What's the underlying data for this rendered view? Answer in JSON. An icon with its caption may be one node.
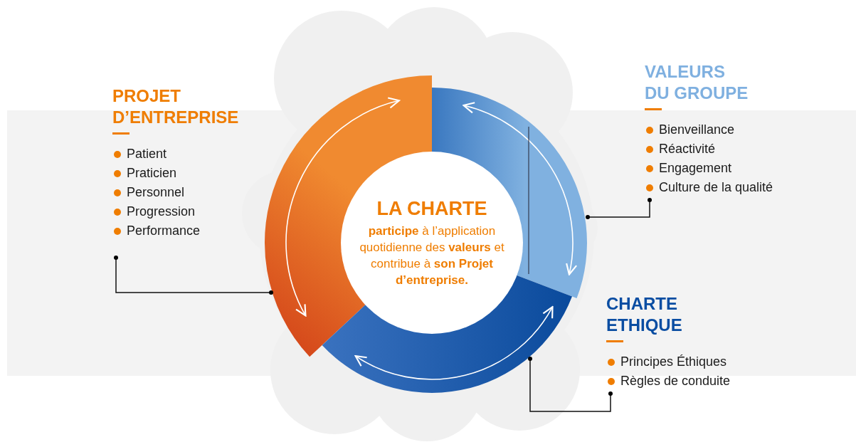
{
  "diagram": {
    "nodes": [
      {
        "text": [
          "PROJET D’ENTREPRISE",
          "Patient",
          "Praticien",
          "Personnel",
          "Progression",
          "Performance"
        ]
      },
      {
        "text": [],
        "shape": "arc"
      },
      {
        "text": [],
        "shape": "arc"
      },
      {
        "text": [
          "VALEURS DU GROUPE",
          "Bienveillance",
          "Réactivité",
          "Engagement",
          "Culture de la qualité"
        ]
      },
      {
        "text": [
          "LA CHARTE",
          "**participe** à l’application quotidienne des **valeurs** et contribue à **son Projet d’entreprise.**"
        ]
      },
      {
        "text": [
          "CHARTE ETHIQUE",
          "Principes Éthiques",
          "Règles de conduite"
        ]
      },
      {
        "text": [],
        "shape": "arc"
      }
    ],
    "edges": [
      {
        "from": 0,
        "to": 1,
        "arrow": "other"
      },
      {
        "from": 3,
        "to": 2,
        "arrow": "other"
      },
      {
        "from": 5,
        "to": 6,
        "arrow": "other"
      }
    ]
  }
}
